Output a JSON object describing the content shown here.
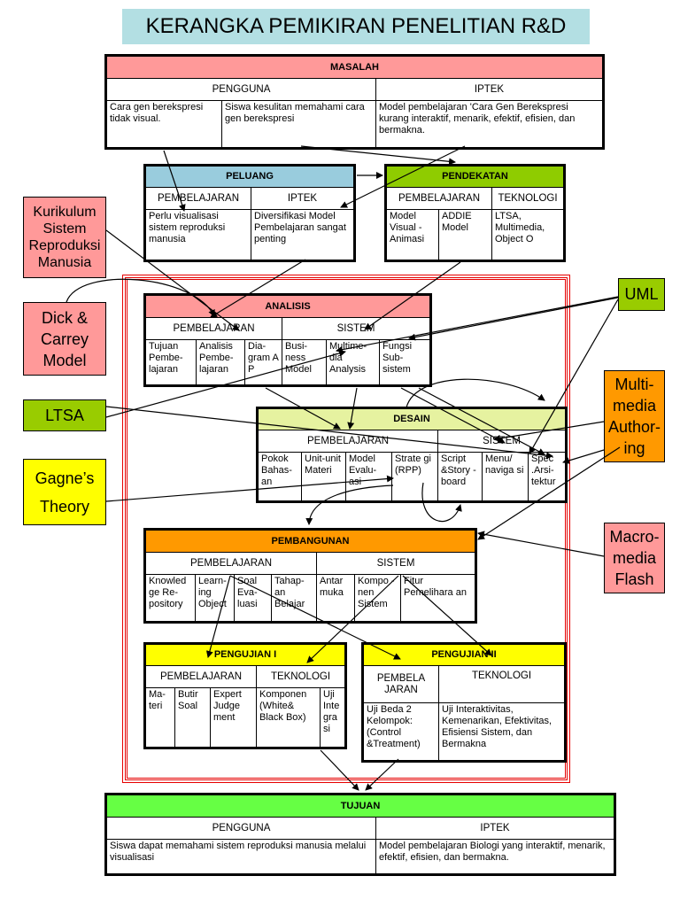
{
  "title": "KERANGKA PEMIKIRAN PENELITIAN R&D",
  "masalah": {
    "header": "MASALAH",
    "pengguna_label": "PENGGUNA",
    "iptek_label": "IPTEK",
    "cell1": "Cara gen berekspresi tidak visual.",
    "cell2": "Siswa kesulitan memahami cara gen berekspresi",
    "cell3": "Model pembelajaran 'Cara Gen Berekspresi kurang interaktif, menarik, efektif, efisien, dan bermakna."
  },
  "peluang": {
    "header": "PELUANG",
    "sub1": "PEMBELAJARAN",
    "sub2": "IPTEK",
    "cell1": "Perlu visualisasi sistem reproduksi manusia",
    "cell2": "Diversifikasi Model Pembelajaran sangat penting"
  },
  "pendekatan": {
    "header": "PENDEKATAN",
    "sub1": "PEMBELAJARAN",
    "sub2": "TEKNOLOGI",
    "cell1": "Model Visual - Animasi",
    "cell2": "ADDIE Model",
    "cell3": "LTSA, Multimedia, Object O"
  },
  "analisis": {
    "header": "ANALISIS",
    "sub1": "PEMBELAJARAN",
    "sub2": "SISTEM",
    "cells": [
      "Tujuan Pembe-lajaran",
      "Analisis Pembe-lajaran",
      "Dia-gram A P",
      "Busi-ness Model",
      "Multime-dia Analysis",
      "Fungsi Sub-sistem"
    ]
  },
  "desain": {
    "header": "DESAIN",
    "sub1": "PEMBELAJARAN",
    "sub2": "SISTEM",
    "cells": [
      "Pokok Bahas-an",
      "Unit-unit Materi",
      "Model Evalu-asi",
      "Strate gi (RPP)",
      "Script &Story -board",
      "Menu/ naviga si",
      "Spec .Arsi-tektur"
    ]
  },
  "pembangunan": {
    "header": "PEMBANGUNAN",
    "sub1": "PEMBELAJARAN",
    "sub2": "SISTEM",
    "cells": [
      "Knowled ge Re-pository",
      "Learn-ing Object",
      "Soal Eva-luasi",
      "Tahap-an Belajar",
      "Antar muka",
      "Kompo -nen Sistem",
      "Fitur Pemelihara an"
    ]
  },
  "pengujian1": {
    "header": "PENGUJIAN I",
    "sub1": "PEMBELAJARAN",
    "sub2": "TEKNOLOGI",
    "cells": [
      "Ma-teri",
      "Butir Soal",
      "Expert Judge ment",
      "Komponen (White& Black Box)",
      "Uji Inte gra si"
    ]
  },
  "pengujian2": {
    "header": "PENGUJIAN II",
    "sub1": "PEMBELA JARAN",
    "sub2": "TEKNOLOGI",
    "cell1": "Uji Beda 2 Kelompok: (Control &Treatment)",
    "cell2": "Uji Interaktivitas, Kemenarikan, Efektivitas, Efisiensi Sistem, dan Bermakna"
  },
  "tujuan": {
    "header": "TUJUAN",
    "pengguna_label": "PENGGUNA",
    "iptek_label": "IPTEK",
    "cell1": "Siswa dapat memahami sistem reproduksi manusia melalui visualisasi",
    "cell2": "Model pembelajaran Biologi yang interaktif, menarik, efektif, efisien, dan bermakna."
  },
  "sources": {
    "kurikulum": "Kurikulum Sistem Reproduksi Manusia",
    "dick": "Dick & Carrey Model",
    "ltsa": "LTSA",
    "gagne": "Gagne’s Theory",
    "uml": "UML",
    "multimedia": "Multi-media Author-ing",
    "macromedia": "Macro-media Flash"
  },
  "colors": {
    "title_bg": "#b3dfe3",
    "masalah": "#ff9999",
    "peluang": "#99ccdd",
    "pendekatan": "#8fcc00",
    "analisis": "#ff9999",
    "desain": "#e6f2a0",
    "pembangunan": "#ff9900",
    "pengujian": "#ffff00",
    "tujuan": "#66ff44",
    "kurikulum": "#ff9999",
    "dick": "#ff9999",
    "ltsa": "#99cc00",
    "gagne": "#ffff00",
    "uml": "#99cc00",
    "multimedia": "#ff9900",
    "macromedia": "#ff9999",
    "frame": "#e60000"
  }
}
